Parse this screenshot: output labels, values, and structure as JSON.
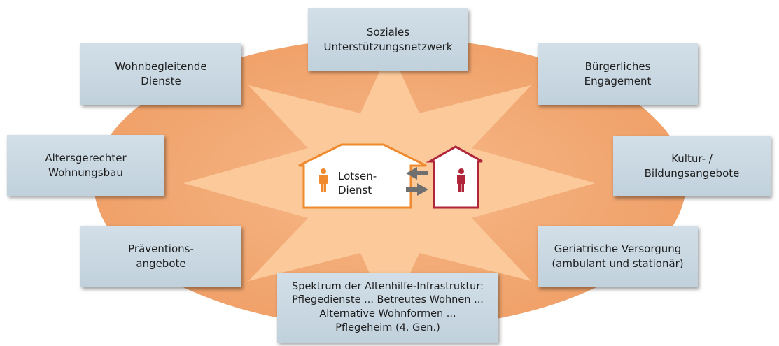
{
  "colors": {
    "ellipse": "#f2a46e",
    "star": "#fbc99a",
    "box": "#c8d7e1",
    "house_orange": "#ef8a2e",
    "house_red": "#b0253a",
    "arrow": "#6f6f6f"
  },
  "boxes": {
    "soziales": [
      "Soziales",
      "Unterstützungsnetzwerk"
    ],
    "wohnbegleitende": [
      "Wohnbegleitende",
      "Dienste"
    ],
    "buergerliches": [
      "Bürgerliches",
      "Engagement"
    ],
    "altersgerechter": [
      "Altersgerechter",
      "Wohnungsbau"
    ],
    "kultur": [
      "Kultur- /",
      "Bildungsangebote"
    ],
    "praevention": [
      "Präventions-",
      "angebote"
    ],
    "geriatrische": [
      "Geriatrische Versorgung",
      "(ambulant und stationär)"
    ],
    "spektrum": [
      "Spektrum der Altenhilfe-Infrastruktur:",
      "Pflegedienste ... Betreutes Wohnen ...",
      "Alternative Wohnformen ...",
      "Pflegeheim (4. Gen.)"
    ]
  },
  "center": {
    "label": [
      "Lotsen-",
      "Dienst"
    ],
    "icons": [
      "person-icon",
      "person-icon",
      "arrow-left-icon",
      "arrow-right-icon",
      "house-icon"
    ]
  }
}
